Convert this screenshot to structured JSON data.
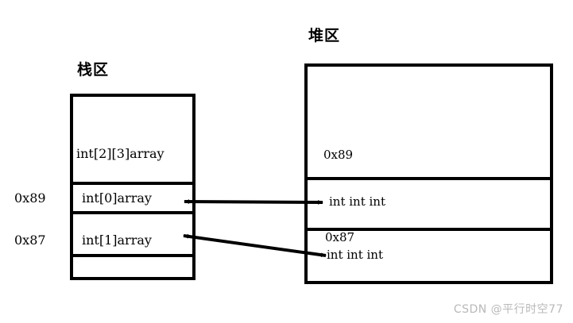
{
  "diagram": {
    "watermark": "CSDN @平行时空77",
    "stack": {
      "title": "栈区",
      "rows": [
        {
          "label": "int[2][3]array",
          "address": ""
        },
        {
          "label": "int[0]array",
          "address": "0x89"
        },
        {
          "label": "int[1]array",
          "address": "0x87"
        },
        {
          "label": "",
          "address": ""
        }
      ]
    },
    "heap": {
      "title": "堆区",
      "rows": [
        {
          "address": "0x89",
          "contents": ""
        },
        {
          "address": "",
          "contents": "int int int"
        },
        {
          "address": "0x87",
          "contents": "int int int"
        }
      ]
    },
    "arrows": [
      {
        "name": "pointer-from-int0array-to-heap-block-0x89",
        "from": "int[0]array",
        "to": "int int int"
      },
      {
        "name": "pointer-from-int1array-to-heap-block-0x87",
        "from": "int[1]array",
        "to": "int int int"
      }
    ],
    "colors": {
      "ink": "#000000",
      "background": "#ffffff",
      "watermark": "#b9b9b9"
    }
  }
}
